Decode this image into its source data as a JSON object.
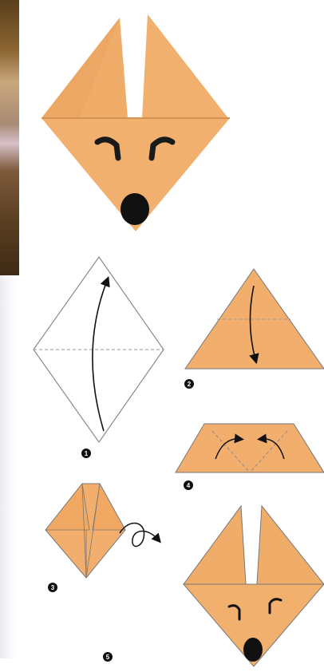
{
  "steps": [
    {
      "number": "1"
    },
    {
      "number": "2"
    },
    {
      "number": "3"
    },
    {
      "number": "4"
    },
    {
      "number": "5"
    }
  ],
  "colors": {
    "paper": "#f2ae6c",
    "paper_dark": "#e69a50",
    "paper_finished": "#f0ad6a",
    "outline": "#6e6e6e",
    "ink": "#111111",
    "dashed": "#9a9a9a"
  }
}
